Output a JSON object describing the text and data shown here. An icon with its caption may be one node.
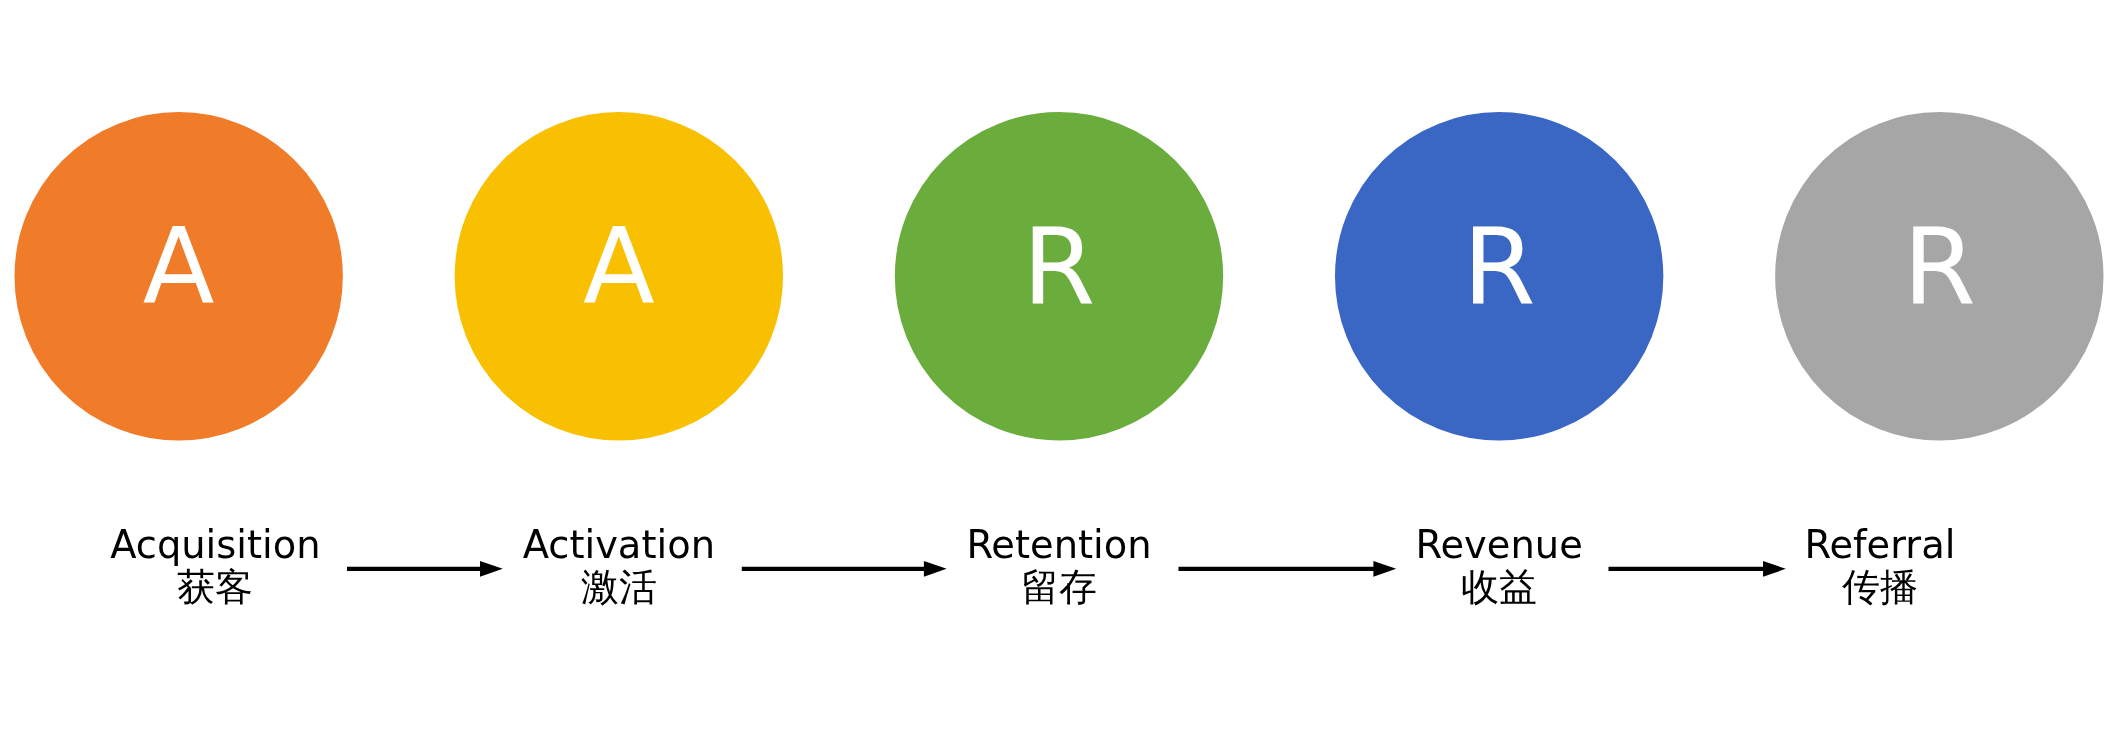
{
  "diagram": {
    "nodes": [
      {
        "text": [
          "A"
        ]
      },
      {
        "text": [
          "A"
        ]
      },
      {
        "text": [
          "R"
        ]
      },
      {
        "text": [
          "R"
        ]
      },
      {
        "text": [
          "R"
        ]
      },
      {
        "text": [
          "Acquisition",
          "获客"
        ]
      },
      {
        "text": [
          "Activation",
          "激活"
        ]
      },
      {
        "text": [
          "Retention",
          "留存"
        ]
      },
      {
        "text": [
          "Revenue",
          "收益"
        ]
      },
      {
        "text": [
          "Referral",
          "传播"
        ]
      }
    ],
    "edges": [
      {
        "from": 5,
        "to": 6,
        "arrow": "to"
      },
      {
        "from": 6,
        "to": 7,
        "arrow": "to"
      },
      {
        "from": 7,
        "to": 8,
        "arrow": "to"
      },
      {
        "from": 8,
        "to": 9,
        "arrow": "to"
      }
    ]
  }
}
